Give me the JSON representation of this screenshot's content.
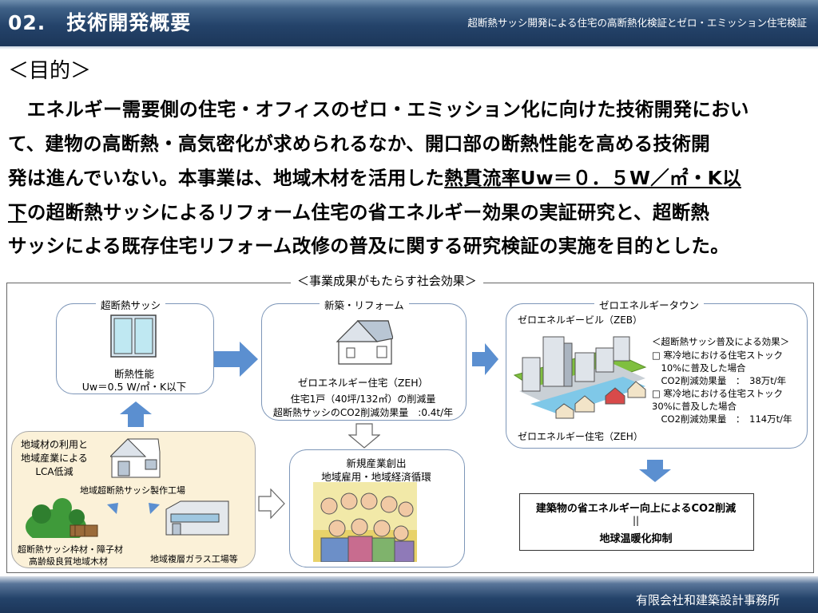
{
  "header": {
    "title": "02.　技術開発概要",
    "subtitle": "超断熱サッシ開発による住宅の高断熱化検証とゼロ・エミッション住宅検証"
  },
  "purpose": {
    "heading": "＜目的＞",
    "lines": [
      "　エネルギー需要側の住宅・オフィスのゼロ・エミッション化に向けた技術開発におい",
      "て、建物の高断熱・高気密化が求められるなか、開口部の断熱性能を高める技術開",
      "発は進んでいない。本事業は、地域木材を活用した"
    ],
    "line3_underlined": "熱貫流率Uw＝０．５W／㎡・K以",
    "line4_underlined": "下",
    "line4_rest": "の超断熱サッシによるリフォーム住宅の省エネルギー効果の実証研究と、超断熱",
    "line5": "サッシによる既存住宅リフォーム改修の普及に関する研究検証の実施を目的とした。"
  },
  "diagram": {
    "title": "＜事業成果がもたらす社会効果＞",
    "sash": {
      "title": "超断熱サッシ",
      "label1": "断熱性能",
      "label2": "Uw＝0.5 W/㎡・K以下"
    },
    "renovation": {
      "title": "新築・リフォーム",
      "house_label": "ゼロエネルギー住宅（ZEH）",
      "line1": "住宅1戸（40坪/132㎡）の削減量",
      "line2": "超断熱サッシのCO2削減効果量　:0.4t/年"
    },
    "town": {
      "title": "ゼロエネルギータウン",
      "building_label": "ゼロエネルギービル（ZEB）",
      "effect_title": "＜超断熱サッシ普及による効果＞",
      "effect_lines": [
        "□ 寒冷地における住宅ストック",
        "　10%に普及した場合",
        "　CO2削減効果量　：　38万t/年",
        "□ 寒冷地における住宅ストック",
        "30%に普及した場合",
        "　CO2削減効果量　：　114万t/年"
      ],
      "house_label": "ゼロエネルギー住宅（ZEH）"
    },
    "local": {
      "lines": [
        "地域材の利用と",
        "地域産業による",
        "LCA低減"
      ],
      "factory_label": "地域超断熱サッシ製作工場",
      "wood_label1": "超断熱サッシ枠材・障子材",
      "wood_label2": "高齢級良質地域木材",
      "glass_label": "地域複層ガラス工場等"
    },
    "industry": {
      "line1": "新規産業創出",
      "line2": "地域雇用・地域経済循環"
    },
    "result": {
      "line1": "建築物の省エネルギー向上によるCO2削減",
      "line2": "||",
      "line3": "地球温暖化抑制"
    }
  },
  "footer": {
    "company": "有限会社和建築設計事務所"
  },
  "colors": {
    "header_dark": "#1c3659",
    "arrow_blue": "#5b8fd0",
    "box_border": "#7d96b8",
    "local_bg": "#fbf1d8"
  }
}
